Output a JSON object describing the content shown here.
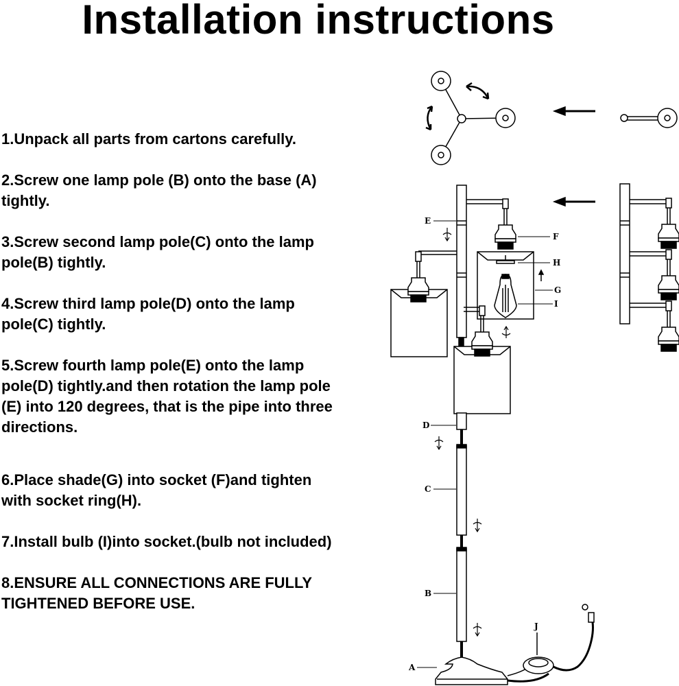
{
  "title": "Installation instructions",
  "steps": [
    {
      "lines": [
        "1.Unpack all parts from cartons carefully."
      ]
    },
    {
      "lines": [
        "2.Screw one lamp pole (B) onto the base (A)",
        "tightly."
      ]
    },
    {
      "lines": [
        "3.Screw second lamp pole(C) onto the lamp",
        "pole(B) tightly."
      ]
    },
    {
      "lines": [
        "4.Screw third lamp pole(D) onto the lamp",
        "pole(C) tightly."
      ]
    },
    {
      "lines": [
        "5.Screw fourth lamp pole(E) onto the lamp",
        "pole(D) tightly.and then rotation the lamp pole",
        "(E) into 120 degrees, that is the pipe into three",
        "directions."
      ]
    },
    {
      "lines": [
        "6.Place shade(G)   into socket (F)and tighten",
        "with socket ring(H)."
      ]
    },
    {
      "lines": [
        "7.Install bulb (I)into socket.(bulb not included)"
      ]
    },
    {
      "lines": [
        "8.ENSURE ALL CONNECTIONS ARE FULLY",
        "TIGHTENED BEFORE USE."
      ]
    }
  ],
  "diagram": {
    "labels": {
      "A": "A",
      "B": "B",
      "C": "C",
      "D": "D",
      "E": "E",
      "F": "F",
      "G": "G",
      "H": "H",
      "I": "I",
      "J": "J"
    }
  }
}
